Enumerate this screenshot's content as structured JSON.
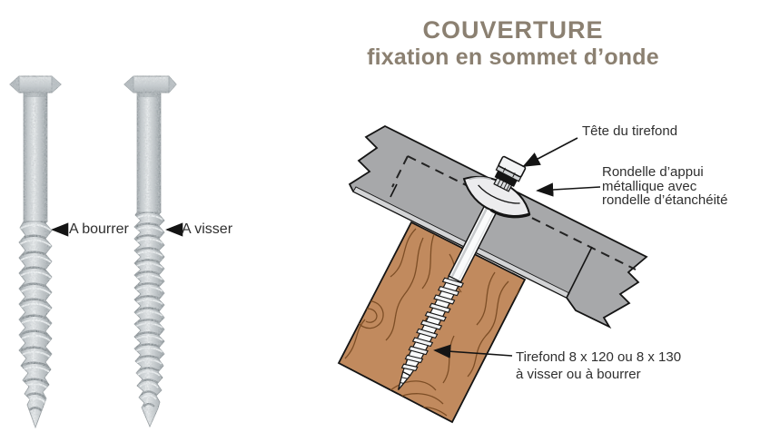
{
  "title": {
    "line1": "COUVERTURE",
    "line2": "fixation en sommet d’onde"
  },
  "left_panel": {
    "screws": [
      {
        "label": "A bourrer",
        "icon": "left-arrow-icon"
      },
      {
        "label": "A visser",
        "icon": "left-arrow-icon"
      }
    ]
  },
  "diagram": {
    "labels": {
      "head": "Tête du tirefond",
      "washer": "Rondelle d’appui\nmétallique avec\nrondelle d’étanchéité",
      "screw": "Tirefond 8 x 120 ou 8 x 130\nà visser ou à bourrer"
    },
    "colors": {
      "title": "#8b8071",
      "label_text": "#2f2f2f",
      "sheet": "#a7a8aa",
      "sheet_edge": "#d3d4d6",
      "wood": "#c18a5e",
      "wood_grain": "#7d4e26",
      "outline": "#141414",
      "metal_light": "#f2f3f4"
    }
  }
}
